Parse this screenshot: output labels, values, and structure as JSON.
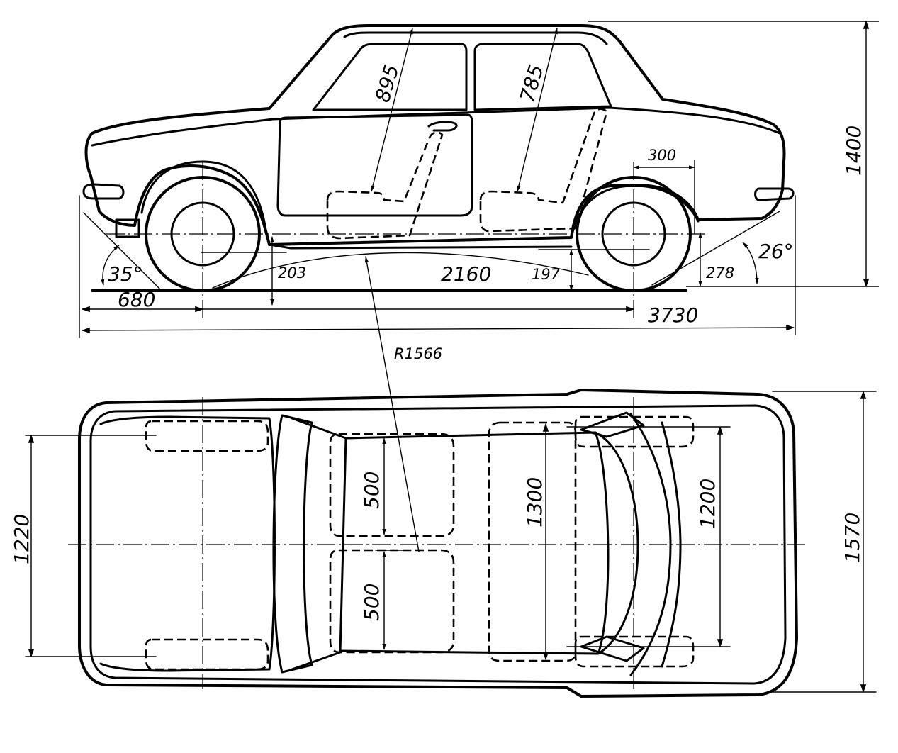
{
  "side_view": {
    "dimensions": {
      "front_overhang": "680",
      "overall_length": "3730",
      "wheelbase": "2160",
      "overall_height": "1400",
      "front_headroom": "895",
      "rear_headroom": "785",
      "rear_seat_offset": "300",
      "front_clearance": "203",
      "mid_clearance": "197",
      "rear_clearance": "278",
      "approach_angle": "35°",
      "departure_angle": "26°",
      "ramp_radius": "R1566"
    }
  },
  "top_view": {
    "dimensions": {
      "front_track": "1220",
      "overall_width": "1570",
      "front_seat_width_left": "500",
      "front_seat_width_right": "500",
      "rear_seat_width": "1300",
      "rear_track": "1200"
    }
  }
}
